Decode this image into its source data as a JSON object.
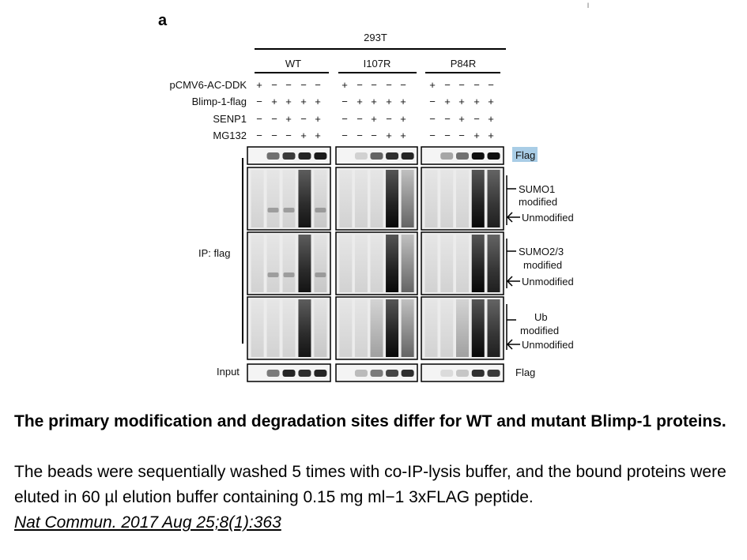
{
  "figure": {
    "panel_letter": "a",
    "cell_line": "293T",
    "groups": [
      "WT",
      "I107R",
      "P84R"
    ],
    "conditions": [
      {
        "label": "pCMV6-AC-DDK",
        "signs": [
          "+",
          "−",
          "−",
          "−",
          "−"
        ]
      },
      {
        "label": "Blimp-1-flag",
        "signs": [
          "−",
          "+",
          "+",
          "+",
          "+"
        ]
      },
      {
        "label": "SENP1",
        "signs": [
          "−",
          "−",
          "+",
          "−",
          "+"
        ]
      },
      {
        "label": "MG132",
        "signs": [
          "−",
          "−",
          "−",
          "+",
          "+"
        ]
      }
    ],
    "ip_label": "IP: flag",
    "input_label": "Input",
    "blot_labels": {
      "flag_top": "Flag",
      "sumo1_1": "SUMO1",
      "sumo1_2": "modified",
      "sumo1_unmod": "Unmodified",
      "sumo23_1": "SUMO2/3",
      "sumo23_2": "modified",
      "sumo23_unmod": "Unmodified",
      "ub_1": "Ub",
      "ub_2": "modified",
      "ub_unmod": "Unmodified",
      "flag_input": "Flag"
    },
    "corner_mark": "l"
  },
  "caption": {
    "title": "The primary modification and degradation sites differ for WT and mutant Blimp-1 proteins.",
    "body": "The beads were sequentially washed 5 times with co-IP-lysis buffer, and the bound proteins were eluted in 60 µl elution buffer containing 0.15 mg ml−1 3xFLAG peptide.",
    "citation": "Nat Commun. 2017 Aug 25;8(1):363"
  },
  "colors": {
    "flag_highlight": "#a9cde6"
  }
}
